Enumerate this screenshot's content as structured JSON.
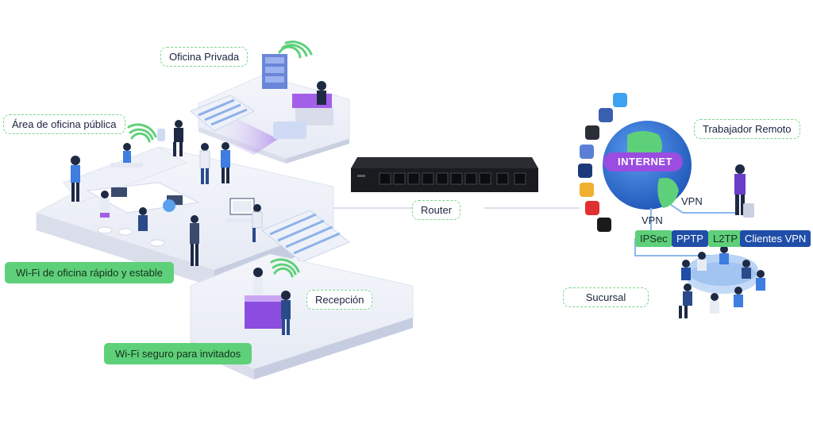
{
  "labels": {
    "private_office": "Oficina Privada",
    "public_office": "Área de oficina pública",
    "router": "Router",
    "remote_worker": "Trabajador Remoto",
    "internet": "INTERNET",
    "vpn_top": "VPN",
    "vpn_left": "VPN",
    "wifi_office": "Wi-Fi de oficina rápido y estable",
    "reception": "Recepción",
    "wifi_guests": "Wi-Fi seguro para invitados",
    "branch": "Sucursal"
  },
  "vpn_protocols": [
    "IPSec",
    "PPTP",
    "L2TP",
    "Clientes VPN"
  ],
  "app_icons": [
    "twitter-icon",
    "facebook-icon",
    "amazon-icon",
    "instagram-icon",
    "photoshop-icon",
    "mail-icon",
    "youtube-icon",
    "tiktok-icon"
  ],
  "colors": {
    "accent_green": "#5fd07a",
    "vpn_blue": "#1f4ea8",
    "platform_purple": "#8a4de0",
    "globe_blue": "#2f6fd6"
  }
}
